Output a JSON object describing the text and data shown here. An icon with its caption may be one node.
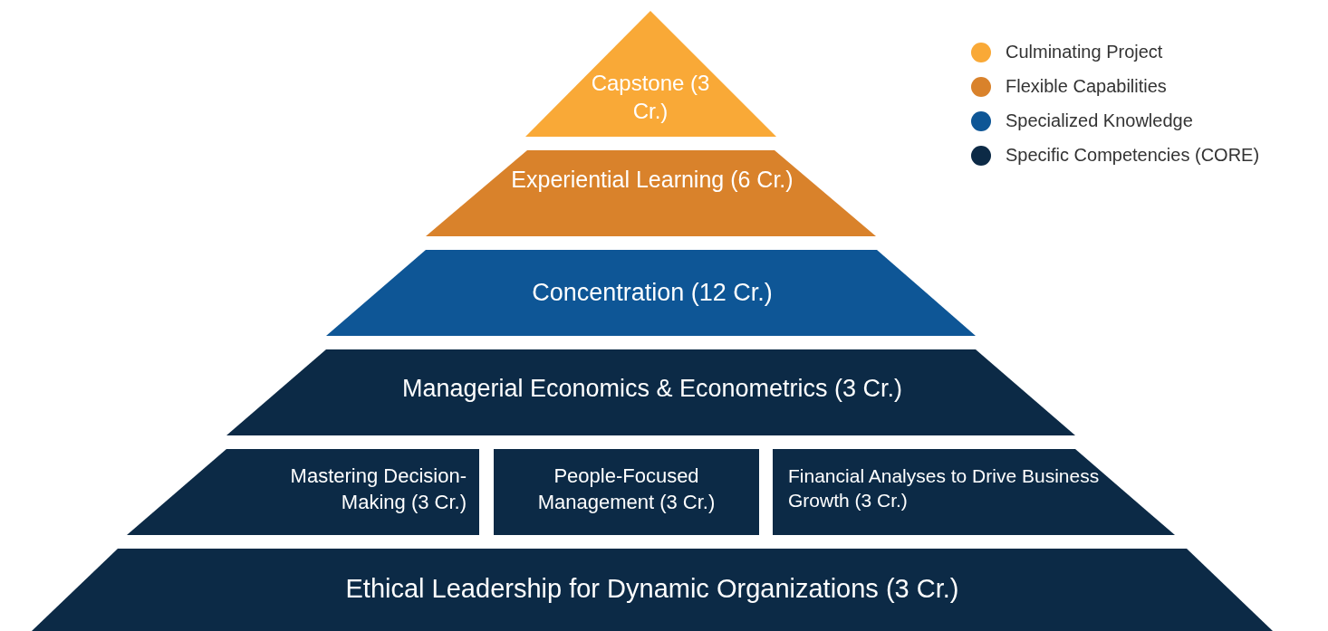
{
  "diagram": {
    "nodes": [
      {
        "text": [
          "Capstone (3 Cr.)"
        ]
      },
      {
        "text": [
          "Experiential Learning (6 Cr.)"
        ]
      },
      {
        "text": [
          "Concentration (12 Cr.)"
        ]
      },
      {
        "text": [
          "Managerial Economics & Econometrics (3 Cr.)"
        ]
      },
      {
        "text": [
          "Mastering Decision-Making (3 Cr.)"
        ]
      },
      {
        "text": [
          "People-Focused Management (3 Cr.)"
        ]
      },
      {
        "text": [
          "Financial Analyses to Drive Business Growth (3 Cr.)"
        ]
      },
      {
        "text": [
          "Ethical Leadership for Dynamic Organizations (3 Cr.)"
        ]
      }
    ],
    "legend": [
      {
        "text": "Culminating Project",
        "color": "#f9a937"
      },
      {
        "text": "Flexible Capabilities",
        "color": "#d9822b"
      },
      {
        "text": "Specialized Knowledge",
        "color": "#0e5696"
      },
      {
        "text": "Specific Competencies (CORE)",
        "color": "#0c2a46"
      }
    ]
  }
}
